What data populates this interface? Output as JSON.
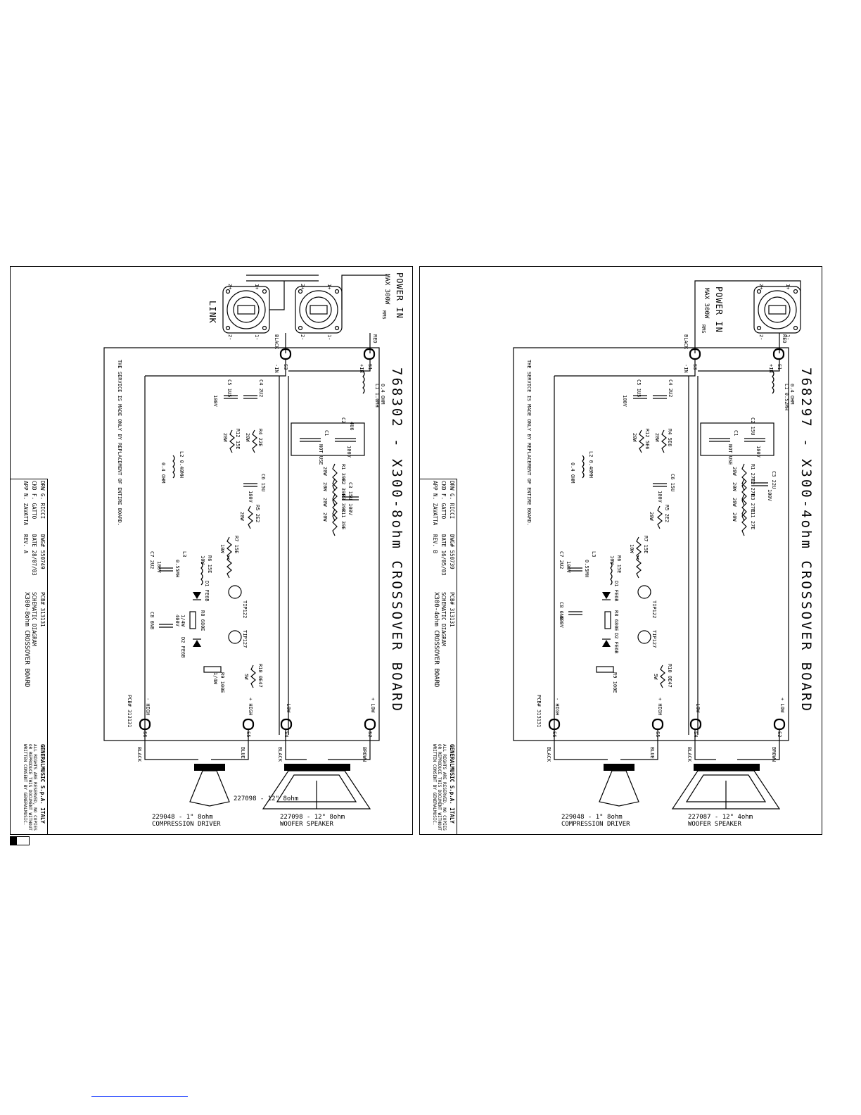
{
  "left": {
    "title": "768302 - X300-8ohm CROSSOVER BOARD",
    "power_in": "POWER IN",
    "max_power": "MAX 300W",
    "rms": "RMS",
    "link": "LINK",
    "wire_red": "RED",
    "wire_black": "BLACK",
    "pin_1p": "1+",
    "pin_1m": "1-",
    "pin_2p": "2+",
    "pin_2m": "2-",
    "s1": "S1",
    "s2": "S2",
    "s3": "S3",
    "s4": "S4",
    "s5": "S5",
    "s6": "S6",
    "in_p": "+IN",
    "in_m": "-IN",
    "low_p": "+ LOW",
    "low_m": "- LOW",
    "high_p": "+ HIGH",
    "high_m": "- HIGH",
    "L1": "L1 1.0MH",
    "L1b": "0.4 OHM",
    "C2": "C2",
    "C2v": "4U6",
    "C2r": "100V",
    "C1": "C1",
    "C1b": "NOT USE",
    "C3": "C3 15U",
    "C3b": "100V",
    "R1": "R1 39E",
    "R2": "R2 39E",
    "R3": "R3 39E",
    "R11": "R11 39E",
    "w20": "20W",
    "C4": "C4 2U2",
    "C5": "C5 1U5",
    "C5b": "100V",
    "R4": "R4 22E",
    "R4b": "20W",
    "R12": "R12 15E",
    "R12b": "20W",
    "L2": "L2 0.40MH",
    "L2b": "0.4 OHM",
    "C6": "C6 15U",
    "C6b": "100V",
    "R5": "R5 2E2",
    "R5b": "20W",
    "R7": "R7 15E",
    "R6": "R6 15E",
    "w10": "10W",
    "C7": "C7 2U2",
    "C7b": "100V",
    "L3": "L3",
    "L3b": "0.55MH",
    "D1": "D1 FE6B",
    "TR1": "TIP122",
    "TR2": "TIP127",
    "C8": "C8 6N8",
    "C8b": "400V",
    "R8": "R8 680E",
    "R8b": "1/4W",
    "D2": "D2 FE6B",
    "R9": "R9 100E",
    "R9b": "1/4W",
    "R10": "R10 0E47",
    "R10b": "5W",
    "wire_brown": "BROWN",
    "wire_blue": "BLUE",
    "pcb_note": "PCB# 313131",
    "service_note": "THE SERVICE IS MADE ONLY BY REPLACEMENT OF ENTIRE BOARD.",
    "woofer_code": "227098 - 12\" 8ohm",
    "woofer_name": "WOOFER SPEAKER",
    "driver_code": "229048 - 1\" 8ohm",
    "driver_name": "COMPRESSION DRIVER",
    "tb": {
      "drw": "DRW G. RICCI",
      "ckd": "CKD F. GATTO",
      "app": "APP N. ZAVATTA",
      "dwg": "DWG# 550749",
      "date": "DATE 28/07/03",
      "rev": "REV. A",
      "pcb": "PCB# 313131",
      "sch": "SCHEMATIC DIAGRAM",
      "name": "X300-8ohm CROSSOVER BOARD",
      "company": "GENERALMUSIC S.p.A. ITALY",
      "rights1": "ALL RIGHTS ARE RESERVED, NO COPIES",
      "rights2": "OR REPRODUCE THIS DOCUMENT WITHOUT",
      "rights3": "WRITTEN CONSENT BY GENERALMUSIC."
    }
  },
  "right": {
    "title": "768297 - X300-4ohm CROSSOVER BOARD",
    "power_in": "POWER IN",
    "max_power": "MAX 300W",
    "rms": "RMS",
    "wire_red": "RED",
    "wire_black": "BLACK",
    "pin_1p": "1+",
    "pin_1m": "1-",
    "pin_2p": "2+",
    "pin_2m": "2-",
    "s1": "S1",
    "s2": "S2",
    "s3": "S3",
    "s4": "S4",
    "s5": "S5",
    "s6": "S6",
    "in_p": "+IN",
    "in_m": "-IN",
    "low_p": "+ LOW",
    "low_m": "- LOW",
    "high_p": "+ HIGH",
    "high_m": "- HIGH",
    "L1": "L1 0.52MH",
    "L1b": "0.4 OHM",
    "C2": "C2 15U",
    "C2r": "100V",
    "C1": "C1",
    "C1b": "NOT USE",
    "C3": "C3 22U",
    "C3b": "100V",
    "R1": "R1 27E",
    "R2": "R2 27E",
    "R3": "R3 27E",
    "R11": "R11 27E",
    "w20": "20W",
    "C4": "C4 2U2",
    "C5": "C5 1U5",
    "C5b": "100V",
    "R4": "R4 5E6",
    "R4b": "20W",
    "R12": "R12 5E6",
    "R12b": "20W",
    "L2": "L2 0.40MH",
    "L2b": "0.4 OHM",
    "C6": "C6 15U",
    "C6b": "100V",
    "R5": "R5 2E2",
    "R5b": "20W",
    "R7": "R7 15E",
    "R6": "R6 15E",
    "w10": "10W",
    "C7": "C7 2U2",
    "C7b": "100V",
    "L3": "L3",
    "L3b": "0.55MH",
    "D1": "D1 FE6B",
    "TR1": "TIP122",
    "TR2": "TIP127",
    "C8": "C8 6N8",
    "C8b": "400V",
    "R8": "R8 680E",
    "D2": "D2 FE6B",
    "R9": "R9 100E",
    "R10": "R10 0E47",
    "R10b": "5W",
    "wire_brown": "BROWN",
    "wire_blue": "BLUE",
    "pcb_note": "PCB# 313131",
    "service_note": "THE SERVICE IS MADE ONLY BY REPLACEMENT OF ENTIRE BOARD.",
    "woofer_code": "227087 - 12\" 4ohm",
    "woofer_name": "WOOFER SPEAKER",
    "driver_code": "229048 - 1\" 8ohm",
    "driver_name": "COMPRESSION DRIVER",
    "tb": {
      "drw": "DRW G. RICCI",
      "ckd": "CKD F. GATTO",
      "app": "APP N. ZAVATTA",
      "dwg": "DWG# 550739",
      "date": "DATE 16/05/03",
      "rev": "REV. B",
      "pcb": "PCB# 313131",
      "sch": "SCHEMATIC DIAGRAM",
      "name": "X300-4ohm CROSSOVER BOARD",
      "company": "GENERALMUSIC S.p.A. ITALY",
      "rights1": "ALL RIGHTS ARE RESERVED, NO COPIES",
      "rights2": "OR REPRODUCE THIS DOCUMENT WITHOUT",
      "rights3": "WRITTEN CONSENT BY GENERALMUSIC."
    }
  }
}
